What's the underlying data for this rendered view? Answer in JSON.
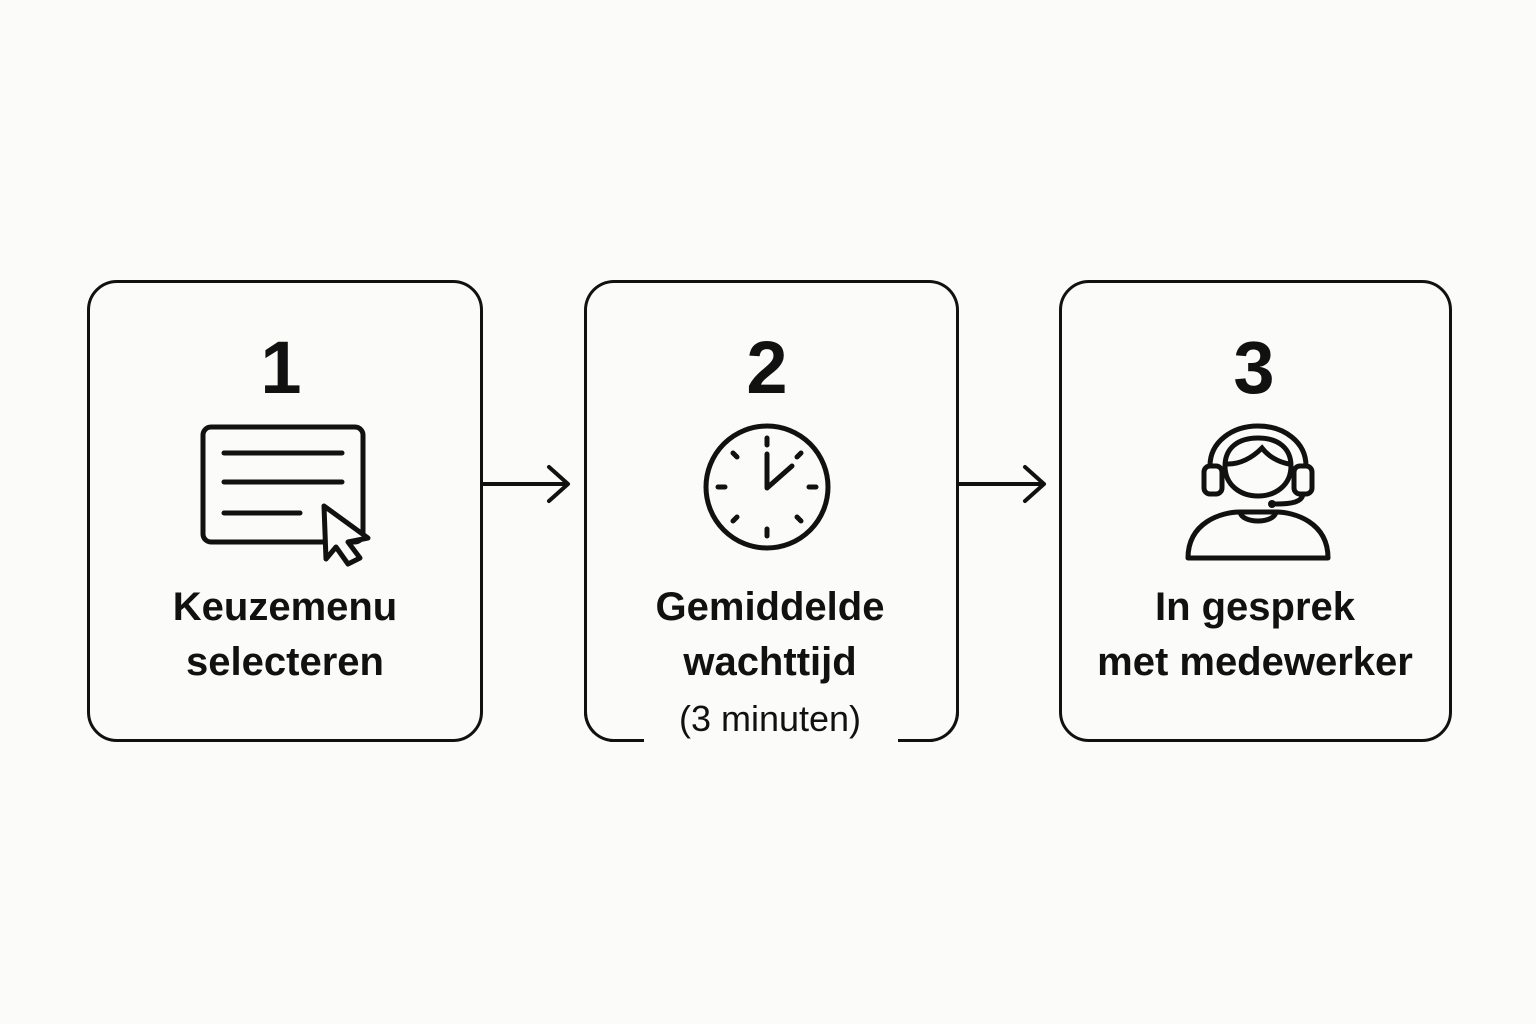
{
  "steps": [
    {
      "number": "1",
      "label_lines": [
        "Keuzemenu",
        "selecteren"
      ],
      "icon": "menu-cursor-icon"
    },
    {
      "number": "2",
      "label_lines": [
        "Gemiddelde",
        "wachttijd"
      ],
      "note": "(3 minuten)",
      "icon": "clock-icon"
    },
    {
      "number": "3",
      "label_lines": [
        "In gesprek",
        "met medewerker"
      ],
      "icon": "headset-agent-icon"
    }
  ],
  "connectors": [
    "arrow-right-icon",
    "arrow-right-icon"
  ],
  "colors": {
    "background": "#fbfbf9",
    "stroke": "#111111"
  }
}
